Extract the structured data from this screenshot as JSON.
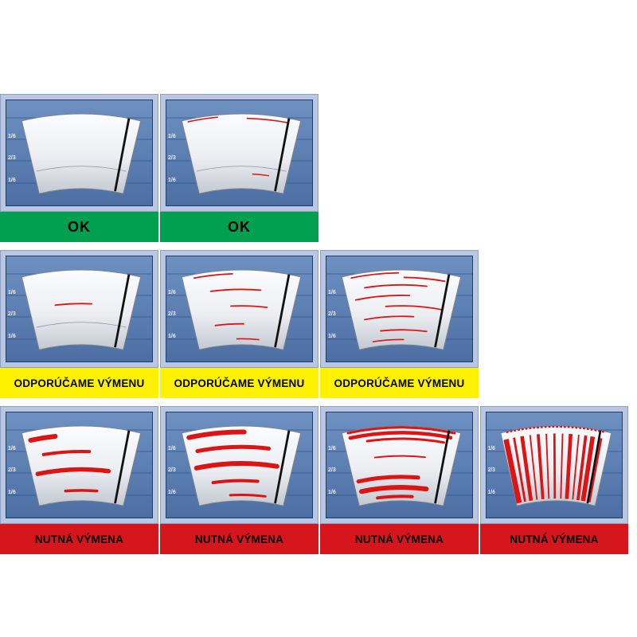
{
  "title": "wiper-blade-wear-guide",
  "colors": {
    "page_bg": "#ffffff",
    "frame": "#b9c7e2",
    "frame_border": "#8ea0c2",
    "panel_top": "#6e91c2",
    "panel_bottom": "#4c6ea3",
    "panel_line": "#2f5186",
    "panel_border": "#1e3c6b",
    "scale_text": "#e9eff9",
    "fan_top": "#fbfcfe",
    "fan_mid": "#eceef2",
    "fan_bottom": "#c3c9d2",
    "fan_edge": "#7c828c",
    "guide_arc": "#8f96a1",
    "streak": "#dd1414",
    "blade": "#111111",
    "status_ok_bg": "#00a050",
    "status_recommend_bg": "#fff200",
    "status_replace_bg": "#d5161c",
    "status_text": "#000000"
  },
  "scale_labels": [
    "1/6",
    "2/3",
    "1/6"
  ],
  "statuses": {
    "ok": {
      "label": "OK"
    },
    "recommend": {
      "label": "ODPORÚČAME VÝMENU"
    },
    "replace": {
      "label": "NUTNÁ VÝMENA"
    }
  },
  "rows": [
    {
      "status": "ok",
      "cells": [
        {
          "id": "ok-clean",
          "guide_arcs": [
            0.3
          ],
          "streaks": []
        },
        {
          "id": "ok-light-marks",
          "guide_arcs": [
            0.3
          ],
          "streaks": [
            {
              "r": 0.97,
              "a0": -0.9,
              "a1": -0.4,
              "w": 1.6
            },
            {
              "r": 0.94,
              "a0": 0.1,
              "a1": 0.8,
              "w": 1.6
            },
            {
              "r": 0.2,
              "a0": 0.25,
              "a1": 0.6,
              "w": 1.4
            }
          ]
        }
      ]
    },
    {
      "status": "recommend",
      "cells": [
        {
          "id": "recommend-single-streak",
          "guide_arcs": [
            0.3
          ],
          "streaks": [
            {
              "r": 0.55,
              "a0": -0.5,
              "a1": 0.2,
              "w": 1.8
            }
          ]
        },
        {
          "id": "recommend-few-streaks",
          "guide_arcs": [],
          "streaks": [
            {
              "r": 0.95,
              "a0": -0.8,
              "a1": -0.15,
              "w": 1.8
            },
            {
              "r": 0.74,
              "a0": -0.55,
              "a1": 0.35,
              "w": 1.8
            },
            {
              "r": 0.52,
              "a0": -0.2,
              "a1": 0.5,
              "w": 1.8
            },
            {
              "r": 0.28,
              "a0": -0.55,
              "a1": 0.05,
              "w": 1.8
            },
            {
              "r": 0.08,
              "a0": -0.1,
              "a1": 0.4,
              "w": 1.6
            }
          ]
        },
        {
          "id": "recommend-many-streaks",
          "guide_arcs": [],
          "streaks": [
            {
              "r": 0.96,
              "a0": -0.85,
              "a1": -0.05,
              "w": 1.8
            },
            {
              "r": 0.9,
              "a0": 0.05,
              "a1": 0.75,
              "w": 1.8
            },
            {
              "r": 0.8,
              "a0": -0.65,
              "a1": 0.45,
              "w": 1.8
            },
            {
              "r": 0.66,
              "a0": -0.85,
              "a1": 0.15,
              "w": 1.8
            },
            {
              "r": 0.52,
              "a0": -0.3,
              "a1": 0.8,
              "w": 1.8
            },
            {
              "r": 0.38,
              "a0": -0.75,
              "a1": 0.25,
              "w": 1.8
            },
            {
              "r": 0.2,
              "a0": -0.45,
              "a1": 0.55,
              "w": 1.8
            },
            {
              "r": 0.07,
              "a0": -0.65,
              "a1": 0.05,
              "w": 1.6
            }
          ]
        }
      ]
    },
    {
      "status": "replace",
      "cells": [
        {
          "id": "replace-smears",
          "guide_arcs": [],
          "streaks": [
            {
              "r": 0.88,
              "a0": -0.88,
              "a1": -0.45,
              "w": 6
            },
            {
              "r": 0.66,
              "a0": -0.7,
              "a1": 0.15,
              "w": 4
            },
            {
              "r": 0.42,
              "a0": -0.88,
              "a1": 0.55,
              "w": 5.5
            },
            {
              "r": 0.14,
              "a0": -0.35,
              "a1": 0.35,
              "w": 3.5
            }
          ]
        },
        {
          "id": "replace-heavy-smears",
          "guide_arcs": [],
          "streaks": [
            {
              "r": 0.92,
              "a0": -0.9,
              "a1": 0.05,
              "w": 6
            },
            {
              "r": 0.72,
              "a0": -0.8,
              "a1": 0.5,
              "w": 5
            },
            {
              "r": 0.5,
              "a0": -0.88,
              "a1": 0.7,
              "w": 6
            },
            {
              "r": 0.27,
              "a0": -0.6,
              "a1": 0.35,
              "w": 4
            },
            {
              "r": 0.08,
              "a0": -0.25,
              "a1": 0.55,
              "w": 3
            }
          ]
        },
        {
          "id": "replace-bands",
          "guide_arcs": [],
          "streaks": [
            {
              "r": 0.98,
              "a0": -0.9,
              "a1": 0.9,
              "w": 3
            },
            {
              "r": 0.91,
              "a0": -0.88,
              "a1": 0.85,
              "w": 4.5
            },
            {
              "r": 0.83,
              "a0": -0.6,
              "a1": 0.75,
              "w": 3
            },
            {
              "r": 0.6,
              "a0": -0.5,
              "a1": 0.45,
              "w": 2
            },
            {
              "r": 0.32,
              "a0": -0.9,
              "a1": 0.35,
              "w": 5
            },
            {
              "r": 0.18,
              "a0": -0.88,
              "a1": 0.55,
              "w": 6
            },
            {
              "r": 0.06,
              "a0": -0.55,
              "a1": 0.25,
              "w": 4
            }
          ]
        },
        {
          "id": "replace-total-wear",
          "guide_arcs": [],
          "streaks": [],
          "text_arc": true,
          "stripes": [
            {
              "a": -0.93,
              "w": 7
            },
            {
              "a": -0.78,
              "w": 3
            },
            {
              "a": -0.63,
              "w": 5
            },
            {
              "a": -0.48,
              "w": 2
            },
            {
              "a": -0.33,
              "w": 4
            },
            {
              "a": -0.18,
              "w": 2
            },
            {
              "a": -0.03,
              "w": 3
            },
            {
              "a": 0.12,
              "w": 2
            },
            {
              "a": 0.27,
              "w": 5
            },
            {
              "a": 0.42,
              "w": 2
            },
            {
              "a": 0.55,
              "w": 4
            },
            {
              "a": 0.68,
              "w": 6
            },
            {
              "a": 0.84,
              "w": 3
            }
          ]
        }
      ]
    }
  ]
}
